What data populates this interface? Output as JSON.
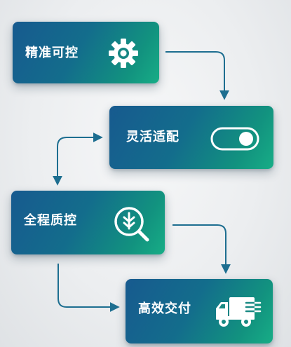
{
  "steps": [
    {
      "label": "精准可控",
      "icon": "gear-icon"
    },
    {
      "label": "灵活适配",
      "icon": "toggle-switch-icon"
    },
    {
      "label": "全程质控",
      "icon": "quality-inspection-magnifier-icon"
    },
    {
      "label": "高效交付",
      "icon": "delivery-truck-icon"
    }
  ],
  "colors": {
    "card_gradient_start": "#175a8f",
    "card_gradient_end": "#17ad86",
    "connector": "#1d6e90",
    "icon": "#ffffff"
  }
}
